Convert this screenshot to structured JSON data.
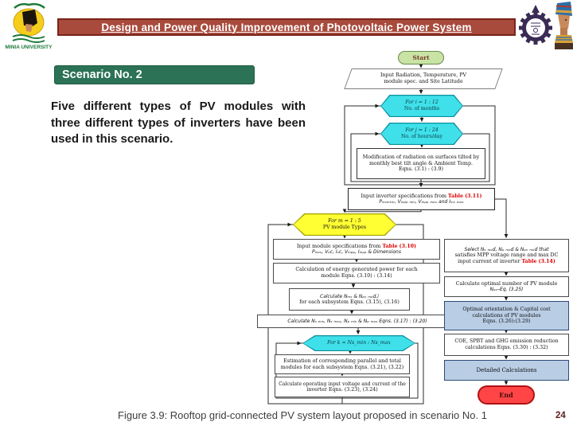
{
  "header": {
    "title": "Design and Power Quality Improvement of Photovoltaic Power System",
    "logo_caption": "MINIA UNIVERSITY"
  },
  "slide": {
    "scenario_label": "Scenario No. 2",
    "body_text": "Five different types of PV modules with three different types of inverters have been used in this scenario.",
    "caption": "Figure 3.9: Rooftop grid-connected PV system layout proposed in scenario No. 1",
    "page_number": "24"
  },
  "colors": {
    "title_bar": "#A84A3C",
    "scenario_green": "#2B7257",
    "hex_cyan": "#3FE0EA",
    "hex_yellow": "#FFFF33",
    "box_blue": "#B9CDE5",
    "start_green": "#C8E3A4",
    "end_red": "#FF4545",
    "table_ref_red": "#E00000"
  },
  "flowchart": {
    "nodes": {
      "start": {
        "label": "Start"
      },
      "input_radiation": {
        "lines": [
          "Input Radiation, Temperature, PV",
          "module spec. and Site Latitude"
        ]
      },
      "for_i": {
        "lines": [
          "For i = 1 : 12",
          "No. of months"
        ]
      },
      "for_j": {
        "lines": [
          "For j = 1 : 24",
          "No. of hours/day"
        ]
      },
      "modification": {
        "lines": [
          "Modification of radiation on surfaces tilted by",
          "monthly best tilt angle & Ambient Temp.",
          "Eqns. (3.1) : (3.9)"
        ]
      },
      "inverter_spec": {
        "line1_prefix": "Input inverter specifications from ",
        "line1_table": "Table (3.11)",
        "line2": "Pᵢₙᵥₑᵣₜₑᵣ, Vₘₚₚ ₘᵢₙ, Vₘₚₚ ₘₐₓ and Iᵢₙᵥ ₘₐₓ"
      },
      "for_m": {
        "lines": [
          "For m = 1 : 5",
          "PV module Types"
        ]
      },
      "module_spec": {
        "line1_prefix": "Input module specifications from ",
        "line1_table": "Table (3.10)",
        "line2": "Pₘₐₓ, Vₒc, Iₛc, Vₘₚₚ, Iₘₚₚ & Dimensions"
      },
      "calc_energy": {
        "lines": [
          "Calculation of energy generated power for each",
          "module Eqns. (3.10) : (3.14)"
        ]
      },
      "calc_n": {
        "lines": [
          "Calculate Nₘₛ & Nₚᵥ ₘₒd,i",
          "for each subsystem Eqns. (3.15), (3.16)"
        ]
      },
      "calc_minmax": {
        "label": "Calculate Nₛ ₘᵢₙ, Nₛ ₘₐₓ, Nₚ ₘᵢₙ & Nₚ ₘₐₓ Eqns. (3.17) : (3.20)"
      },
      "for_k": {
        "label": "For k = Ns_min : Ns_max"
      },
      "estimation": {
        "lines": [
          "Estimation of corresponding parallel and total",
          "modules for each subsystem Eqns. (3.21), (3.22)"
        ]
      },
      "calc_operating": {
        "lines": [
          "Calculate operating input voltage and current of the",
          "inverter Eqns. (3.23), (3.24)"
        ]
      },
      "select_n": {
        "line1": "Select Nₛ ₘₒd, Nₚ ₘₒd & Nₚᵥ ₘₒd that",
        "line2": "satisfies MPP voltage range and max DC",
        "line3_prefix": "input current of inverter ",
        "line3_table": "Table (3.14)"
      },
      "calc_optimal": {
        "lines": [
          "Calculate optimal number of PV module",
          "Nₚᵥ–Eq. (3.25)"
        ]
      },
      "optimal_orientation": {
        "lines": [
          "Optimal orientation & Capital cost",
          "calculations of PV modules",
          "Eqns. (3.26):(3.29)"
        ]
      },
      "coe": {
        "lines": [
          "COE, SPBT and GHG emission reduction",
          "calculations Eqns. (3.30) : (3.32)"
        ]
      },
      "detailed": {
        "label": "Detailed Calculations"
      },
      "end": {
        "label": "End"
      }
    }
  }
}
